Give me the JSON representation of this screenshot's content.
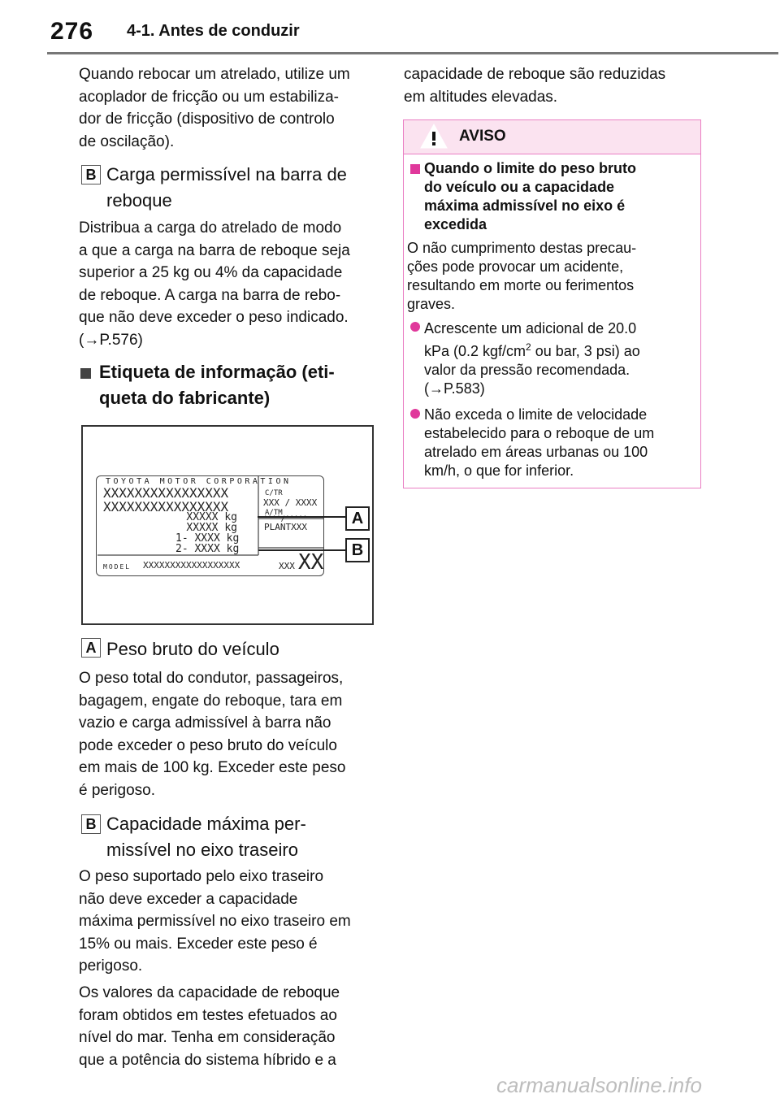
{
  "header": {
    "page_number": "276",
    "section": "4-1. Antes de conduzir"
  },
  "left": {
    "intro": [
      "Quando rebocar um atrelado, utilize um",
      "acoplador de fricção ou um estabiliza-",
      "dor de fricção (dispositivo de controlo",
      "de oscilação)."
    ],
    "b1": {
      "label": "B",
      "title": [
        "Carga permissível na barra de",
        "reboque"
      ]
    },
    "b1_text": [
      "Distribua a carga do atrelado de modo",
      "a que a carga na barra de reboque seja",
      "superior a 25 kg ou 4% da capacidade",
      "de reboque. A carga na barra de rebo-",
      "que não deve exceder o peso indicado.",
      "(→P.576)"
    ],
    "heading": [
      "Etiqueta de informação (eti-",
      "queta do fabricante)"
    ],
    "a": {
      "label": "A",
      "title": "Peso bruto do veículo"
    },
    "a_text": [
      "O peso total do condutor, passageiros,",
      "bagagem, engate do reboque, tara em",
      "vazio e carga admissível à barra não",
      "pode exceder o peso bruto do veículo",
      "em mais de 100 kg. Exceder este peso",
      "é perigoso."
    ],
    "b2": {
      "label": "B",
      "title": [
        "Capacidade máxima per-",
        "missível no eixo traseiro"
      ]
    },
    "b2_text": [
      "O peso suportado pelo eixo traseiro",
      "não deve exceder a capacidade",
      "máxima permissível no eixo traseiro em",
      "15% ou mais. Exceder este peso é",
      "perigoso."
    ],
    "closing": [
      "Os valores da capacidade de reboque",
      "foram obtidos em testes efetuados ao",
      "nível do mar. Tenha em consideração",
      "que a potência do sistema híbrido e a"
    ]
  },
  "figure": {
    "corp": "TOYOTA MOTOR CORPORATION",
    "line1": "XXXXXXXXXXXXXXXX",
    "line2": "XXXXXXXXXXXXXXXX",
    "kg1": "XXXXX kg",
    "kg2": "XXXXX kg",
    "kg3": "1- XXXX kg",
    "kg4": "2- XXXX kg",
    "ctr": "C/TR",
    "xxx": "XXX / XXXX",
    "atm": "A/TM",
    "carets": "^^^^/^^^^^",
    "plant": "PLANTXXX",
    "model_label": "MODEL",
    "model_value": "XXXXXXXXXXXXXXXXXX",
    "xxx2": "XXX",
    "big_xx": "XX",
    "callout_a": "A",
    "callout_b": "B"
  },
  "right": {
    "top_text": [
      "capacidade de reboque são reduzidas",
      "em altitudes elevadas."
    ],
    "warning": {
      "title": "AVISO",
      "heading": [
        "Quando o limite do peso bruto",
        "do veículo ou a capacidade",
        "máxima admissível no eixo é",
        "excedida"
      ],
      "text": [
        "O não cumprimento destas precau-",
        "ções pode provocar um acidente,",
        "resultando em morte ou ferimentos",
        "graves."
      ],
      "bullet1": [
        "Acrescente um adicional de 20.0",
        "kPa (0.2 kgf/cm",
        "2",
        " ou bar, 3 psi) ao",
        "valor da pressão recomendada.",
        "(→P.583)"
      ],
      "bullet2": [
        "Não exceda o limite de velocidade",
        "estabelecido para o reboque de um",
        "atrelado em áreas urbanas ou 100",
        "km/h, o que for inferior."
      ]
    }
  },
  "watermark": "carmanualsonline.info"
}
